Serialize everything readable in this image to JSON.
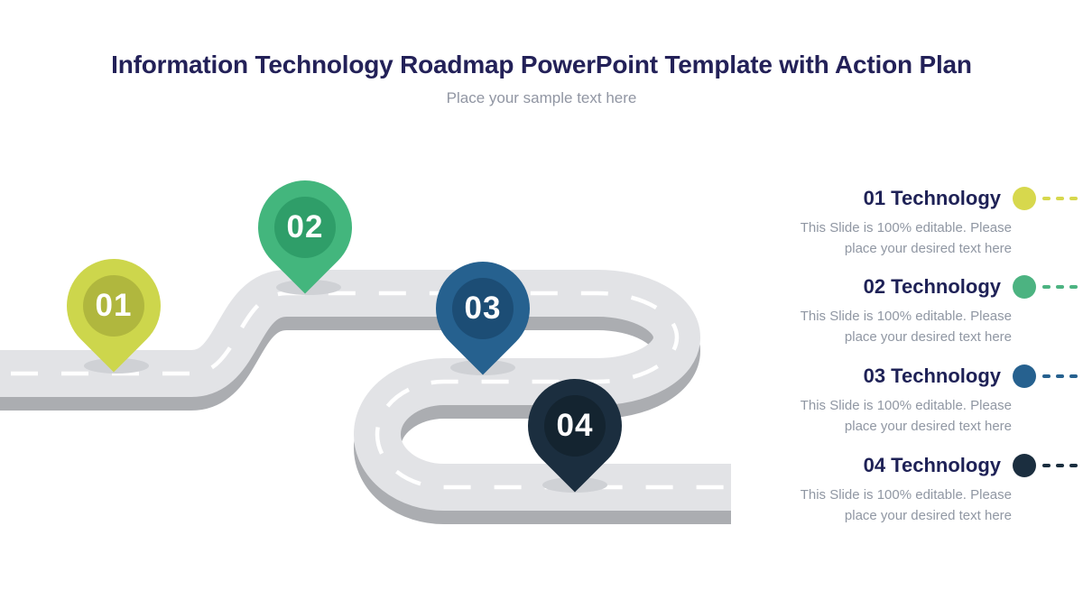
{
  "slide": {
    "title": "Information Technology Roadmap PowerPoint Template with Action Plan",
    "subtitle": "Place your sample text here"
  },
  "road": {
    "surface_color": "#e2e3e6",
    "edge_color": "#abadb1",
    "centerline_color": "#ffffff",
    "pin_shadow_color": "#cfd1d5"
  },
  "pins": [
    {
      "label": "01",
      "outer_color": "#cdd64c",
      "inner_color": "#b0b73e"
    },
    {
      "label": "02",
      "outer_color": "#43b67d",
      "inner_color": "#2f9e69"
    },
    {
      "label": "03",
      "outer_color": "#26618f",
      "inner_color": "#1c4d75"
    },
    {
      "label": "04",
      "outer_color": "#1b2e3f",
      "inner_color": "#142430"
    }
  ],
  "legend": {
    "items": [
      {
        "title": "01 Technology",
        "description": "This Slide is 100% editable. Please place your desired text here",
        "color": "#d7d84d"
      },
      {
        "title": "02 Technology",
        "description": "This Slide is 100% editable. Please place your desired text here",
        "color": "#4cb381"
      },
      {
        "title": "03 Technology",
        "description": "This Slide is 100% editable. Please place your desired text here",
        "color": "#26618f"
      },
      {
        "title": "04 Technology",
        "description": "This Slide is 100% editable. Please place your desired text here",
        "color": "#1b2e3f"
      }
    ]
  }
}
